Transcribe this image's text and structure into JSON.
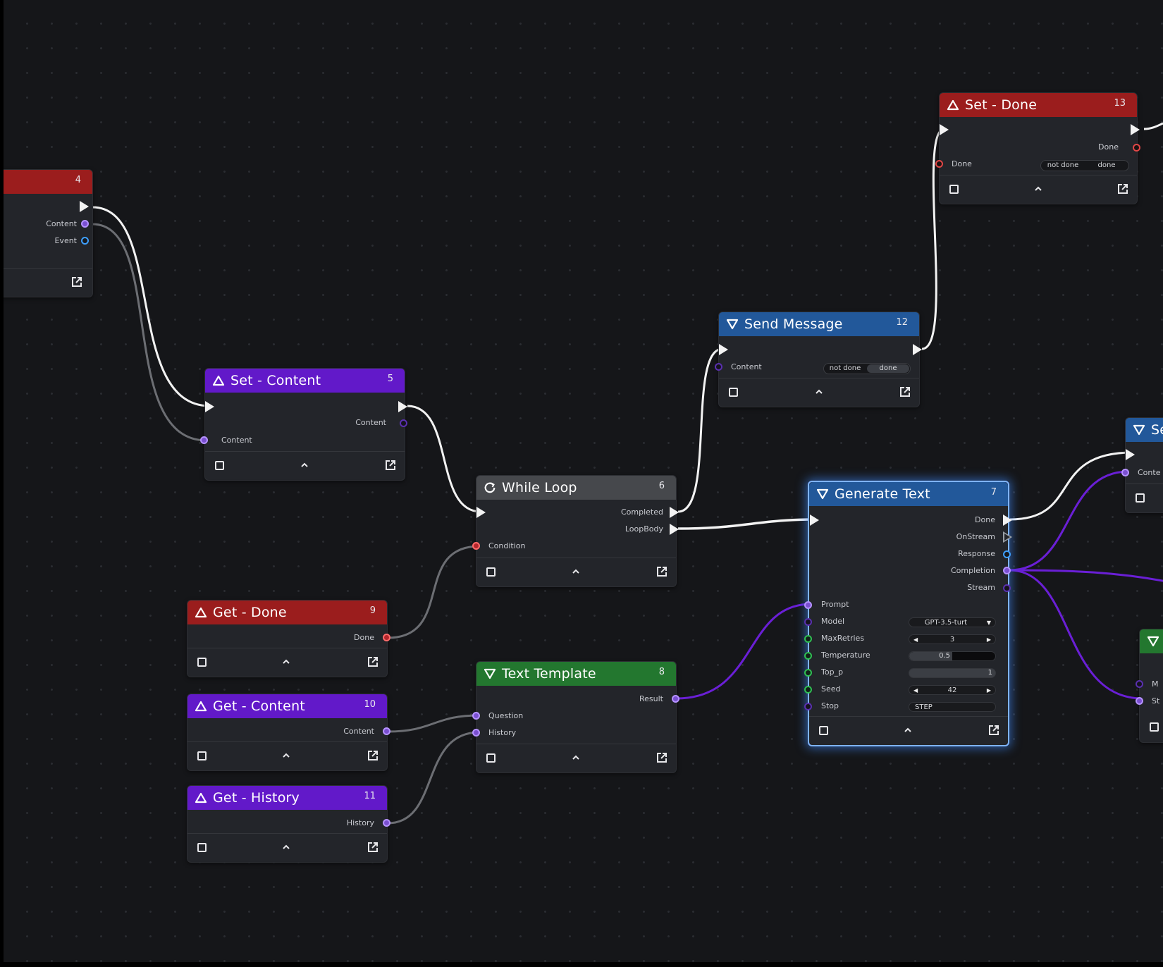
{
  "nodes": {
    "n4": {
      "id": "4",
      "outputs": [
        "Content",
        "Event"
      ]
    },
    "set_content": {
      "title": "Set - Content",
      "id": "5",
      "output": "Content",
      "input": "Content"
    },
    "send_message": {
      "title": "Send Message",
      "id": "12",
      "input": "Content",
      "toggle": [
        "not done",
        "done"
      ]
    },
    "set_done": {
      "title": "Set - Done",
      "id": "13",
      "output": "Done",
      "input": "Done",
      "toggle": [
        "not done",
        "done"
      ]
    },
    "while_loop": {
      "title": "While Loop",
      "id": "6",
      "outputs": [
        "Completed",
        "LoopBody"
      ],
      "input": "Condition"
    },
    "get_done": {
      "title": "Get - Done",
      "id": "9",
      "output": "Done"
    },
    "get_content": {
      "title": "Get - Content",
      "id": "10",
      "output": "Content"
    },
    "get_history": {
      "title": "Get - History",
      "id": "11",
      "output": "History"
    },
    "text_template": {
      "title": "Text Template",
      "id": "8",
      "output": "Result",
      "inputs": [
        "Question",
        "History"
      ]
    },
    "generate_text": {
      "title": "Generate Text",
      "id": "7",
      "outputs": [
        "Done",
        "OnStream",
        "Response",
        "Completion",
        "Stream"
      ],
      "inputs": [
        "Prompt",
        "Model",
        "MaxRetries",
        "Temperature",
        "Top_p",
        "Seed",
        "Stop"
      ],
      "model_value": "GPT-3.5-turt",
      "max_retries": "3",
      "temperature": "0.5",
      "top_p": "1",
      "seed": "42",
      "stop": "STEP"
    },
    "partial_right": {
      "title_fragment": "Se",
      "input_fragment": "Conte"
    },
    "partial_green": {
      "label_1": "M",
      "label_2": "St"
    }
  },
  "icons": {
    "triangle_up": "triangle-up-icon",
    "triangle_down": "triangle-down-icon",
    "loop": "loop-icon",
    "square": "square-icon",
    "chevron": "chevron-up-icon",
    "open": "open-external-icon"
  },
  "colors": {
    "red": "#9b1d1d",
    "purple": "#6219c9",
    "blue": "#22589a",
    "gray": "#46484c",
    "green": "#23772f",
    "wire_exec": "#f2f2f2",
    "wire_data": "#6c6e73",
    "wire_purple": "#6a1fd6",
    "selection": "#7fb3ff"
  }
}
